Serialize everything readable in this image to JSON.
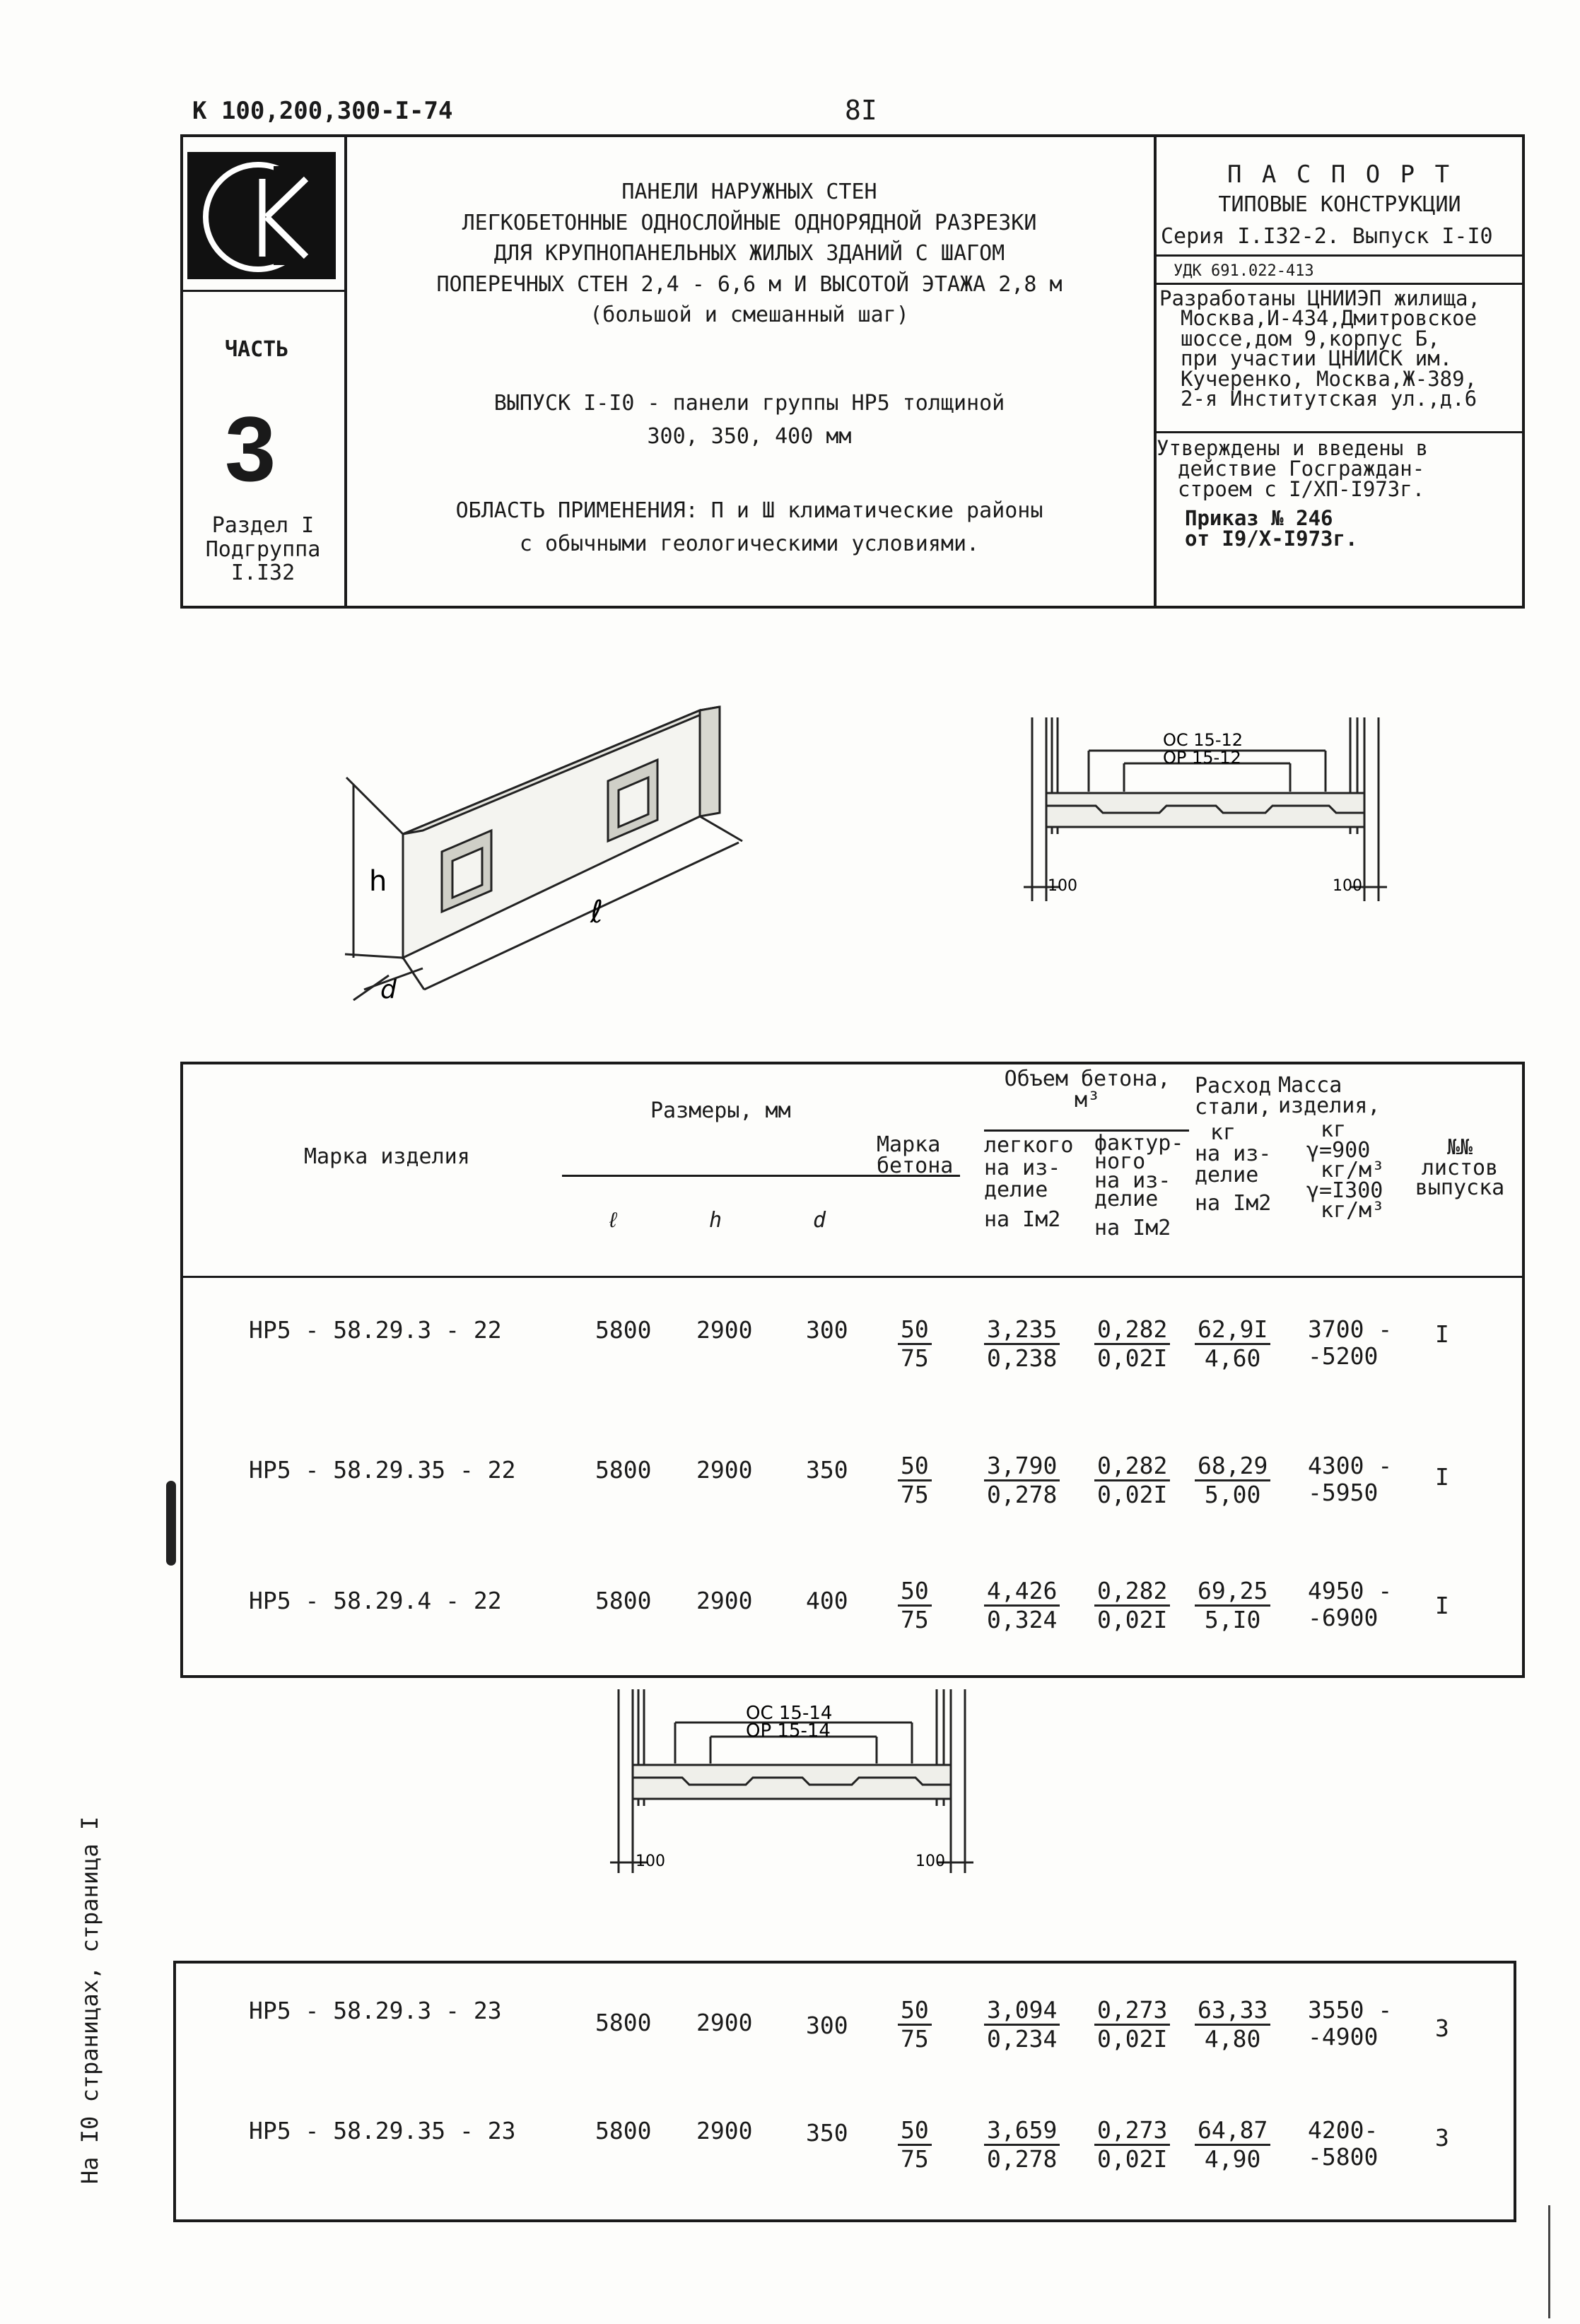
{
  "header": {
    "code": "К 100,200,300-I-74",
    "page_number": "8I"
  },
  "title_block": {
    "logo_letters": "СК",
    "part_label": "ЧАСТЬ",
    "part_number": "3",
    "section": [
      "Раздел I",
      "Подгруппа",
      "I.I32"
    ],
    "title_lines": [
      "ПАНЕЛИ НАРУЖНЫХ СТЕН",
      "ЛЕГКОБЕТОННЫЕ ОДНОСЛОЙНЫЕ ОДНОРЯДНОЙ РАЗРЕЗКИ",
      "ДЛЯ КРУПНОПАНЕЛЬНЫХ ЖИЛЫХ ЗДАНИЙ С ШАГОМ",
      "ПОПЕРЕЧНЫХ СТЕН 2,4 - 6,6 м И ВЫСОТОЙ ЭТАЖА 2,8 м",
      "(большой и смешанный шаг)"
    ],
    "issue_lines": [
      "ВЫПУСК I-I0 - панели группы НР5 толщиной",
      "300, 350, 400 мм"
    ],
    "scope_lines": [
      "ОБЛАСТЬ ПРИМЕНЕНИЯ: П и Ш климатические районы",
      "с обычными геологическими условиями."
    ]
  },
  "passport": {
    "title": "П А С П О Р Т",
    "subtitle": "ТИПОВЫЕ КОНСТРУКЦИИ",
    "series": "Серия I.I32-2. Выпуск I-I0",
    "udk": "УДК 691.022-413",
    "developed_lines": [
      "Разработаны ЦНИИЭП жилища,",
      "Москва,И-434,Дмитровское",
      "шоссе,дом 9,корпус Б,",
      "при участии ЦНИИСК им.",
      "Кучеренко, Москва,Ж-389,",
      "2-я Институтская ул.,д.6"
    ],
    "approved_lines": [
      "Утверждены и введены в",
      "действие Госграждан-",
      "строем с I/XП-I973г.",
      "Приказ № 246",
      "от I9/X-I973г."
    ]
  },
  "drawings": {
    "panel_labels": {
      "h": "h",
      "l": "ℓ",
      "d": "d"
    },
    "section_top": {
      "label1": "ОС 15-12",
      "label2": "ОР 15-12",
      "dim_left": "100",
      "dim_right": "100"
    },
    "section_mid": {
      "label1": "ОС 15-14",
      "label2": "ОР 15-14",
      "dim_left": "100",
      "dim_right": "100"
    }
  },
  "table": {
    "headers": {
      "mark": "Марка изделия",
      "sizes": "Размеры, мм",
      "l": "ℓ",
      "h": "h",
      "d": "d",
      "concrete_grade": [
        "Марка",
        "бетона"
      ],
      "volume": [
        "Объем бетона,",
        "м³"
      ],
      "light": [
        "легкого",
        "на из-",
        "делие",
        "на Iм2"
      ],
      "facing": [
        "фактур-",
        "ного",
        "на из-",
        "делие",
        "на Iм2"
      ],
      "steel": [
        "Расход",
        "стали,",
        "кг",
        "на из-",
        "делие",
        "на Iм2"
      ],
      "mass": [
        "Масса",
        "изделия,",
        "кг",
        "γ=900",
        "кг/м³",
        "γ=I300",
        "кг/м³"
      ],
      "sheets": [
        "№№",
        "листов",
        "выпуска"
      ]
    },
    "rows": [
      {
        "mark": "НР5 - 58.29.3 - 22",
        "l": "5800",
        "h": "2900",
        "d": "300",
        "grade_top": "50",
        "grade_bot": "75",
        "light_top": "3,235",
        "light_bot": "0,238",
        "facing_top": "0,282",
        "facing_bot": "0,02I",
        "steel_top": "62,9I",
        "steel_bot": "4,60",
        "mass_top": "3700 -",
        "mass_bot": "-5200",
        "sheet": "I"
      },
      {
        "mark": "НР5 - 58.29.35 - 22",
        "l": "5800",
        "h": "2900",
        "d": "350",
        "grade_top": "50",
        "grade_bot": "75",
        "light_top": "3,790",
        "light_bot": "0,278",
        "facing_top": "0,282",
        "facing_bot": "0,02I",
        "steel_top": "68,29",
        "steel_bot": "5,00",
        "mass_top": "4300 -",
        "mass_bot": "-5950",
        "sheet": "I"
      },
      {
        "mark": "НР5 - 58.29.4 - 22",
        "l": "5800",
        "h": "2900",
        "d": "400",
        "grade_top": "50",
        "grade_bot": "75",
        "light_top": "4,426",
        "light_bot": "0,324",
        "facing_top": "0,282",
        "facing_bot": "0,02I",
        "steel_top": "69,25",
        "steel_bot": "5,I0",
        "mass_top": "4950 -",
        "mass_bot": "-6900",
        "sheet": "I"
      }
    ],
    "rows2": [
      {
        "mark": "НР5 - 58.29.3 - 23",
        "l": "5800",
        "h": "2900",
        "d": "300",
        "grade_top": "50",
        "grade_bot": "75",
        "light_top": "3,094",
        "light_bot": "0,234",
        "facing_top": "0,273",
        "facing_bot": "0,02I",
        "steel_top": "63,33",
        "steel_bot": "4,80",
        "mass_top": "3550 -",
        "mass_bot": "-4900",
        "sheet": "3"
      },
      {
        "mark": "НР5 - 58.29.35 - 23",
        "l": "5800",
        "h": "2900",
        "d": "350",
        "grade_top": "50",
        "grade_bot": "75",
        "light_top": "3,659",
        "light_bot": "0,278",
        "facing_top": "0,273",
        "facing_bot": "0,02I",
        "steel_top": "64,87",
        "steel_bot": "4,90",
        "mass_top": "4200-",
        "mass_bot": "-5800",
        "sheet": "3"
      }
    ]
  },
  "side_note": "На I0 страницах, страница I"
}
